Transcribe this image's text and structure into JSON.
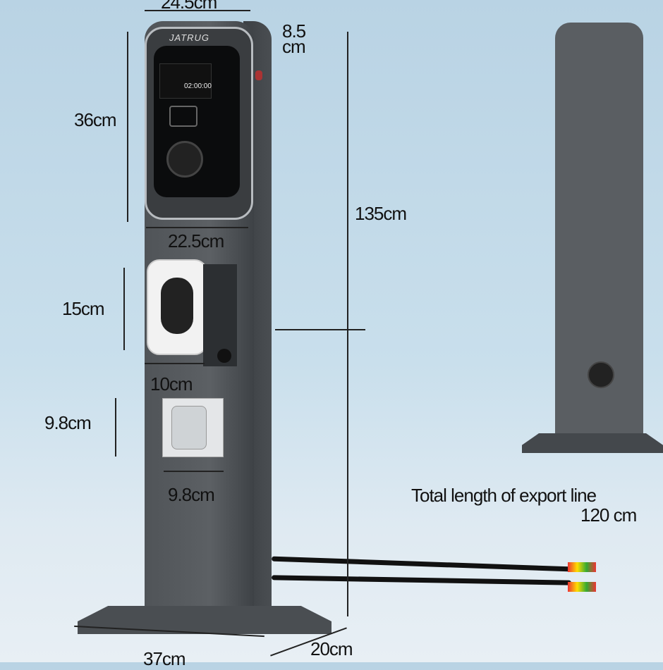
{
  "brand": "JATRUG",
  "display": {
    "time": "02:00:00"
  },
  "dimensions": {
    "top_width": "24.5cm",
    "depth_top": "8.5",
    "depth_top_unit": "cm",
    "charger_height": "36cm",
    "charger_width": "22.5cm",
    "total_height": "135cm",
    "socket1_height": "15cm",
    "socket1_width": "10cm",
    "socket2_height": "9.8cm",
    "socket2_width": "9.8cm",
    "base_width": "37cm",
    "base_depth": "20cm"
  },
  "note": {
    "line1": "Total length of export line",
    "line2": "120   cm"
  },
  "colors": {
    "post": "#55595d",
    "background": "#c4dbea",
    "accent": "#7ac143"
  }
}
